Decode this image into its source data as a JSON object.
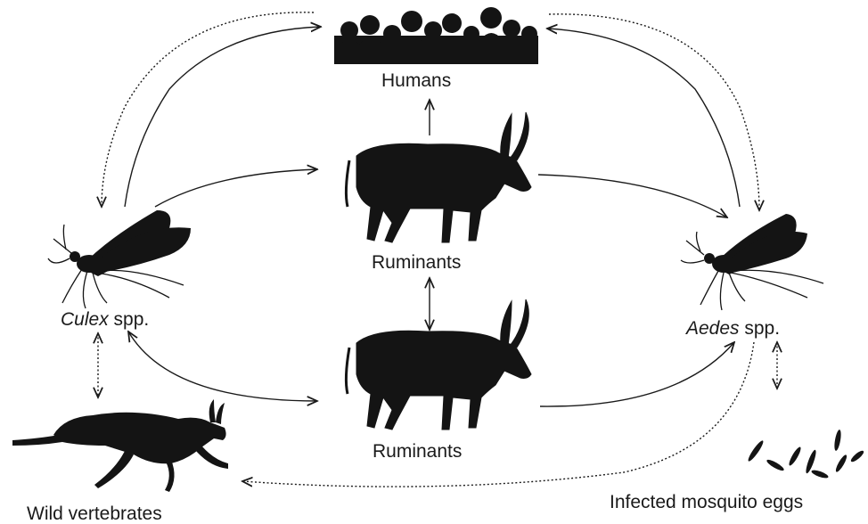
{
  "nodes": {
    "humans": "Humans",
    "ruminants_top": "Ruminants",
    "ruminants_bottom": "Ruminants",
    "culex_genus": "Culex",
    "culex_suffix": " spp.",
    "aedes_genus": "Aedes",
    "aedes_suffix": " spp.",
    "wild": "Wild vertebrates",
    "eggs": "Infected mosquito eggs"
  },
  "icons": {
    "humans": "crowd-silhouette-icon",
    "ruminant": "cattle-silhouette-icon",
    "mosquito": "mosquito-icon",
    "wild": "gazelle-silhouette-icon",
    "eggs": "mosquito-eggs-icon"
  },
  "colors": {
    "ink": "#1a1a1a",
    "silhouette": "#141414"
  }
}
